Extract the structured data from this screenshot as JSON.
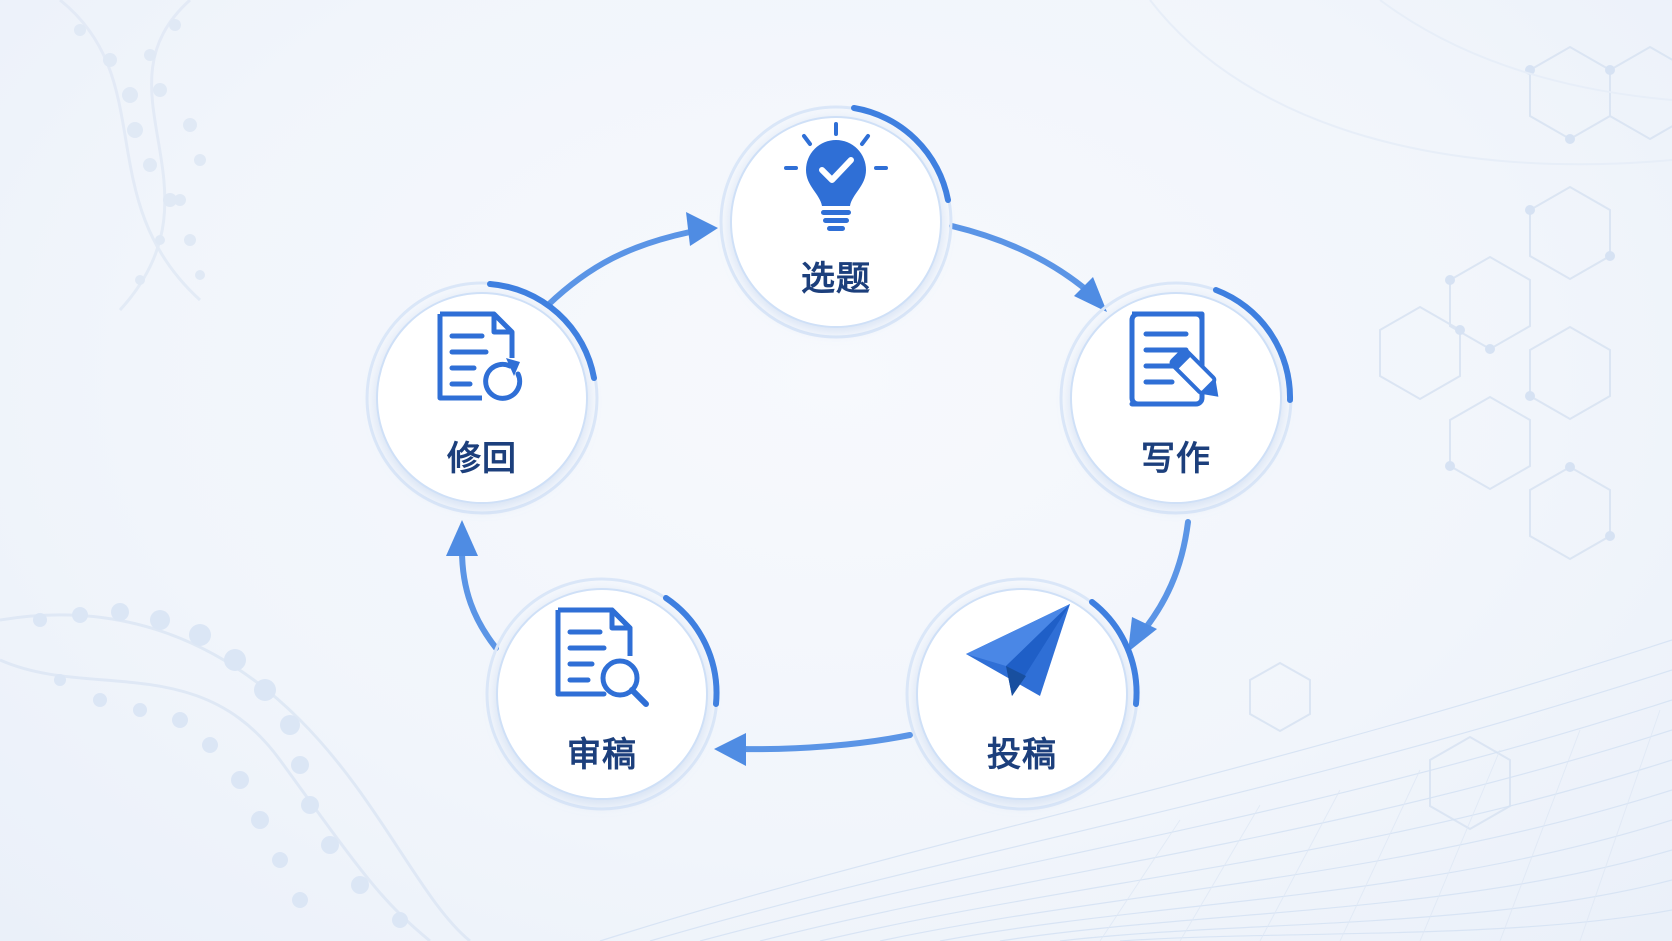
{
  "diagram": {
    "nodes": [
      {
        "id": "topic",
        "label": "选题",
        "icon": "lightbulb-check-icon"
      },
      {
        "id": "writing",
        "label": "写作",
        "icon": "document-pencil-icon"
      },
      {
        "id": "submit",
        "label": "投稿",
        "icon": "paper-plane-icon"
      },
      {
        "id": "review",
        "label": "审稿",
        "icon": "document-search-icon"
      },
      {
        "id": "revise",
        "label": "修回",
        "icon": "document-refresh-icon"
      }
    ],
    "edges": [
      {
        "from": "topic",
        "to": "writing"
      },
      {
        "from": "writing",
        "to": "submit"
      },
      {
        "from": "submit",
        "to": "review"
      },
      {
        "from": "review",
        "to": "revise"
      },
      {
        "from": "revise",
        "to": "topic"
      }
    ]
  },
  "colors": {
    "accent": "#2f6fd6",
    "arrow": "#5b95e6",
    "label": "#1c3f7c",
    "ring": "#cfe0f7"
  }
}
